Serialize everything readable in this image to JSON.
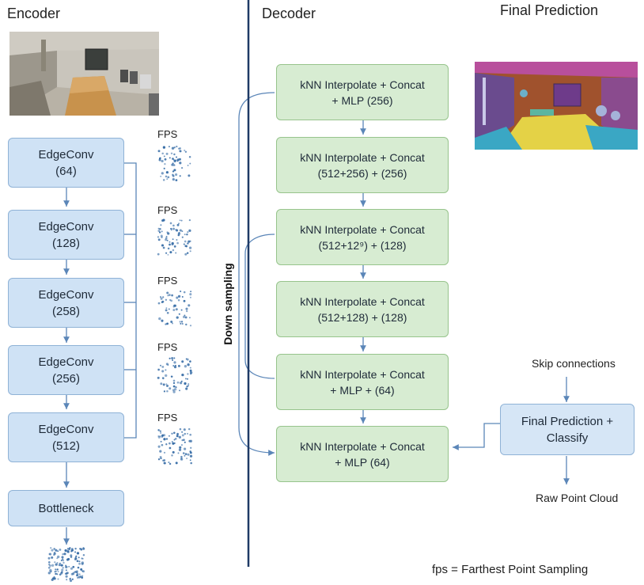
{
  "headings": {
    "encoder": "Encoder",
    "decoder": "Decoder",
    "final": "Final Prediction"
  },
  "encoder_blocks": [
    {
      "line1": "EdgeConv",
      "line2": "(64)"
    },
    {
      "line1": "EdgeConv",
      "line2": "(128)"
    },
    {
      "line1": "EdgeConv",
      "line2": "(258)"
    },
    {
      "line1": "EdgeConv",
      "line2": "(256)"
    },
    {
      "line1": "EdgeConv",
      "line2": "(512)"
    }
  ],
  "bottleneck": "Bottleneck",
  "fps_label": "FPS",
  "decoder_blocks": [
    {
      "line1": "kNN Interpolate + Concat",
      "line2": "+ MLP (256)"
    },
    {
      "line1": "kNN Interpolate + Concat",
      "line2": "(512+256) + (256)"
    },
    {
      "line1": "kNN Interpolate + Concat",
      "line2": "(512+12⁹) + (128)"
    },
    {
      "line1": "kNN Interpolate + Concat",
      "line2": "(512+128) + (128)"
    },
    {
      "line1": "kNN Interpolate + Concat",
      "line2": "+ MLP + (64)"
    },
    {
      "line1": "kNN Interpolate + Concat",
      "line2": "+ MLP (64)"
    }
  ],
  "down_sampling": "Down sampling",
  "final_box": {
    "line1": "Final Prediction +",
    "line2": "Classify"
  },
  "skip_connections": "Skip connections",
  "raw_point_cloud": "Raw Point Cloud",
  "footnote": "fps = Farthest Point Sampling",
  "colors": {
    "encoder_fill": "#cfe2f5",
    "decoder_fill": "#d7ecd2",
    "arrow": "#5b86b8",
    "divider": "#1f3a66",
    "point": "#3a6fa8"
  }
}
